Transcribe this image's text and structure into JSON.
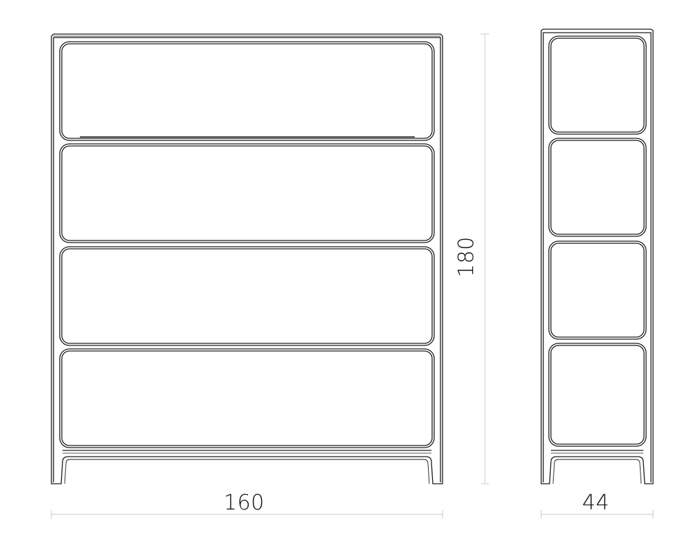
{
  "dimensions": {
    "width": "160",
    "height": "180",
    "depth": "44"
  },
  "colors": {
    "line": "#1a1a1a",
    "dimension_line": "#c8c8c8"
  }
}
